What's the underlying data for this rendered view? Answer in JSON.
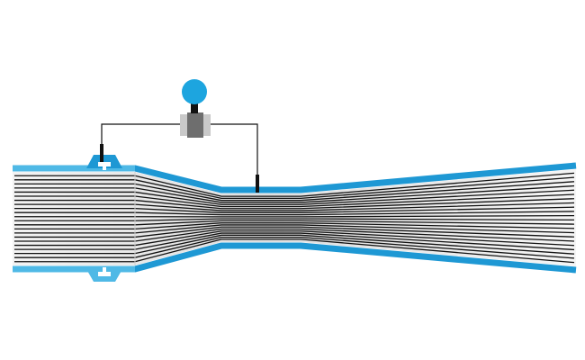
{
  "diagram": {
    "type": "venturi-flow-meter",
    "components": [
      {
        "name": "inlet-section",
        "icon": "pipe-inlet"
      },
      {
        "name": "converging-cone",
        "icon": "pipe-cone"
      },
      {
        "name": "throat-section",
        "icon": "pipe-throat"
      },
      {
        "name": "diverging-cone",
        "icon": "pipe-diffuser"
      },
      {
        "name": "upstream-pressure-tap",
        "icon": "pressure-tap"
      },
      {
        "name": "throat-pressure-tap",
        "icon": "pressure-tap"
      },
      {
        "name": "differential-pressure-transmitter",
        "icon": "transmitter-gauge"
      }
    ],
    "streamline_count": 22,
    "colors": {
      "background": "#ffffff",
      "pipe_wall": "#1e98d4",
      "pipe_wall_light": "#4fb9e6",
      "flow_fill": "#d9d9d9",
      "flow_fill_light": "#f2f2f2",
      "streamline": "#111111",
      "gauge_head": "#1da5df",
      "transmitter_body": "#6e6e6e",
      "transmitter_flange": "#c9c9c9",
      "impulse_line": "#111111",
      "tap_flange": "#ffffff"
    }
  }
}
